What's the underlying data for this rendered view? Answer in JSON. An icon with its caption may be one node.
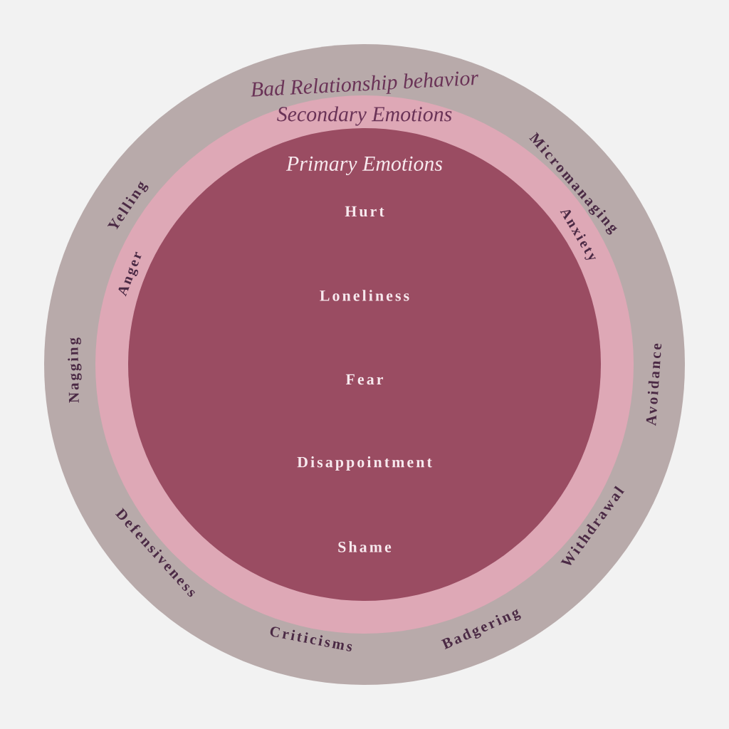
{
  "diagram": {
    "nodes": [
      {
        "text": [
          "Bad Relationship behavior",
          "Micromanaging",
          "Avoidance",
          "Withdrawal",
          "Badgering",
          "Criticisms",
          "Defensiveness",
          "Nagging",
          "Yelling"
        ]
      },
      {
        "text": [
          "Secondary Emotions",
          "Anxiety",
          "Anger"
        ],
        "in": 0
      },
      {
        "text": [
          "Primary Emotions",
          "Hurt",
          "Loneliness",
          "Fear",
          "Disappointment",
          "Shame"
        ],
        "in": 1
      }
    ]
  }
}
